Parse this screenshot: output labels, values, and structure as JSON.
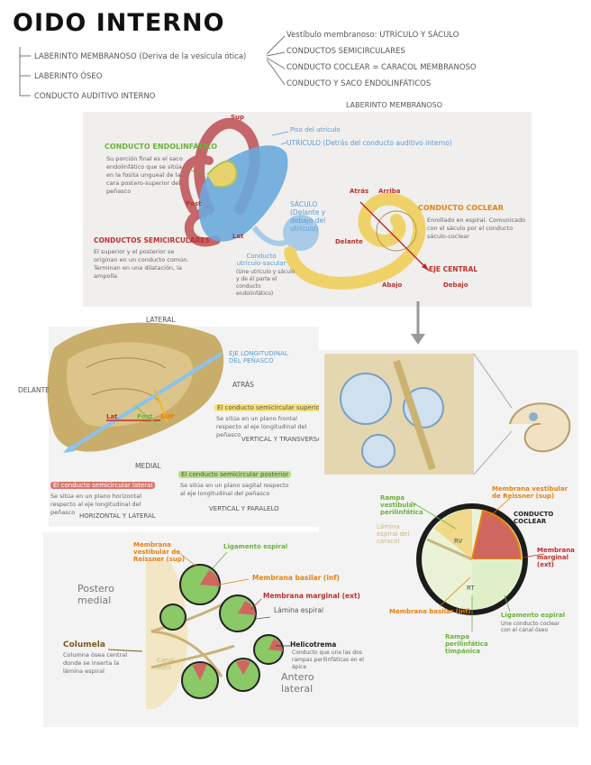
{
  "title": "OIDO INTERNO",
  "outline": {
    "items": [
      "LABERINTO MEMBRANOSO (Deriva de la vesícula ótica)",
      "LABERINTO ÓSEO",
      "CONDUCTO AUDITIVO INTERNO"
    ],
    "branches": [
      "Vestíbulo membranoso: UTRÍCULO Y SÁCULO",
      "CONDUCTOS SEMICIRCULARES",
      "CONDUCTO COCLEAR = CARACOL MEMBRANOSO",
      "CONDUCTO Y SACO ENDOLINFÁTICOS"
    ]
  },
  "panel1": {
    "header": "LABERINTO MEMBRANOSO",
    "endolinfatico_title": "CONDUCTO ENDOLINFÁTICO",
    "endolinfatico_text": "Su porción final es el saco endolinfático que se sitúa en la fosita ungueal de la cara postero-superior del peñasco",
    "semicirculares_title": "CONDUCTOS SEMICIRCULARES",
    "semicirculares_text": "El superior y el posterior se originan en un conducto común. Terminan en una dilatación, la ampolla",
    "utriculo_top": "Piso del utrículo",
    "utriculo": "UTRÍCULO (Detrás del conducto auditivo interno)",
    "saculo": "SÁCULO (Delante y debajo del utrículo)",
    "comun": "Conducto utrículo-sacular",
    "comun_text": "(Une utrículo y sáculo y de él parte el conducto endolinfático)",
    "sup": "Sup",
    "lat": "Lat",
    "post": "Post",
    "coclear_title": "CONDUCTO COCLEAR",
    "coclear_text": "Enrollado en espiral. Comunicado con el sáculo por el conducto sáculo-coclear",
    "eje": "EJE CENTRAL",
    "arriba_l": "Atrás",
    "arriba_r": "Arriba",
    "delante": "Delante",
    "abajo": "Abajo",
    "debajo": "Debajo"
  },
  "panel2": {
    "lateral": "LATERAL",
    "delante": "DELANTE",
    "atras": "ATRÁS",
    "medial": "MEDIAL",
    "eje": "EJE LONGITUDINAL DEL PEÑASCO",
    "lat": "Lat",
    "post": "Post",
    "sup": "SUP",
    "superior_title": "El conducto semicircular superior",
    "superior_text": "Se sitúa en un plano frontal respecto al eje longitudinal del peñasco",
    "superior_plane": "VERTICAL Y TRANSVERSAL",
    "lateral_title": "El conducto semicircular lateral",
    "lateral_text": "Se sitúa en un plano horizontal respecto al eje longitudinal del peñasco",
    "lateral_plane": "HORIZONTAL Y LATERAL",
    "posterior_title": "El conducto semicircular posterior",
    "posterior_text": "Se sitúa en un plano sagital respecto al eje longitudinal del peñasco",
    "posterior_plane": "VERTICAL Y PARALELO"
  },
  "panel3": {
    "rampa_vest": "Rampa vestibular perilinfática",
    "lamina": "Lámina espiral del caracol",
    "reissner": "Membrana vestibular de Reissner (sup)",
    "coclear": "CONDUCTO COCLEAR",
    "mem_marginal": "Membrana marginal (ext)",
    "basilar": "Membrana basilar (inf)",
    "rampa_timp": "Rampa perilinfática timpánica",
    "ligamento": "Ligamento espiral",
    "ligamento_text": "Une conducto coclear con el canal óseo",
    "sv": "RV",
    "st": "RT"
  },
  "panel4": {
    "reissner": "Membrana vestibular de Reissner (sup)",
    "ligamento": "Ligamento espiral",
    "basilar": "Membrana basilar (inf)",
    "marginal": "Membrana marginal (ext)",
    "lamina": "Lámina espiral",
    "postero": "Postero medial",
    "columela": "Columela",
    "columela_text": "Columna ósea central donde se inserta la lámina espiral",
    "canal": "Canal óseo",
    "helicotrema": "Helicotrema",
    "helicotrema_text": "Conducto que une las dos rampas perilinfáticas en el ápice",
    "anterolateral": "Antero lateral"
  }
}
